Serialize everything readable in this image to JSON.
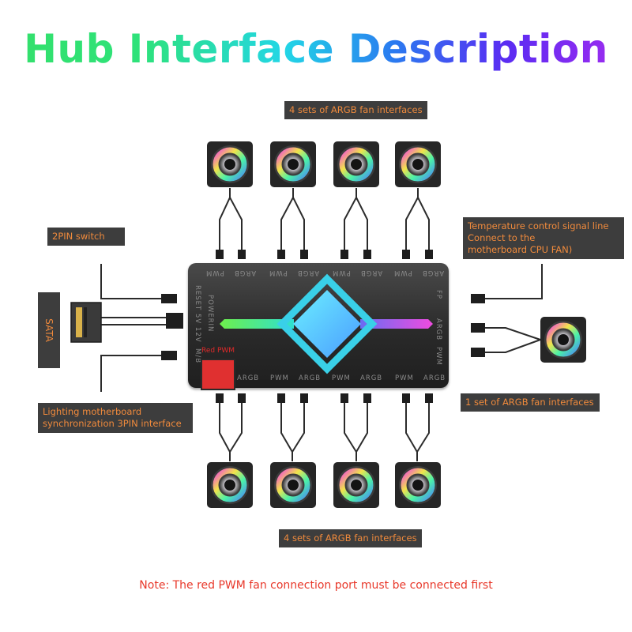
{
  "title": "Hub Interface Description",
  "labels": {
    "top_fans": "4 sets of ARGB fan interfaces",
    "bottom_fans": "4 sets of ARGB fan interfaces",
    "pin_switch": "2PIN switch",
    "sata": "SATA",
    "lighting_line1": "Lighting motherboard",
    "lighting_line2": "synchronization 3PIN interface",
    "temp_line1": "Temperature control signal line",
    "temp_line2": "Connect to the",
    "temp_line3": "motherboard CPU FAN)",
    "right_fan": "1 set of ARGB fan interfaces",
    "red_pwm": "Red PWM"
  },
  "hub_ports": {
    "top": [
      "PWM",
      "ARGB",
      "PWM",
      "ARGB",
      "PWM",
      "ARGB",
      "PWM",
      "ARGB"
    ],
    "bottom": [
      "ARGB",
      "PWM",
      "ARGB",
      "PWM",
      "ARGB",
      "PWM",
      "ARGB"
    ],
    "right": [
      "FP",
      "ARGB",
      "PWM"
    ],
    "left": [
      "RESET",
      "POWERIN",
      "5V 12V",
      "M/B"
    ]
  },
  "note": "Note: The red PWM fan connection port must be connected first",
  "colors": {
    "label_bg": "#3d3d3d",
    "label_text": "#f08a3c",
    "note_text": "#e8382a",
    "hub_body": "#2a2a2a",
    "red_port": "#e03030"
  },
  "icons": {
    "fan": "argb-fan-icon",
    "hub": "fan-hub-icon",
    "sata_connector": "sata-connector-icon"
  }
}
